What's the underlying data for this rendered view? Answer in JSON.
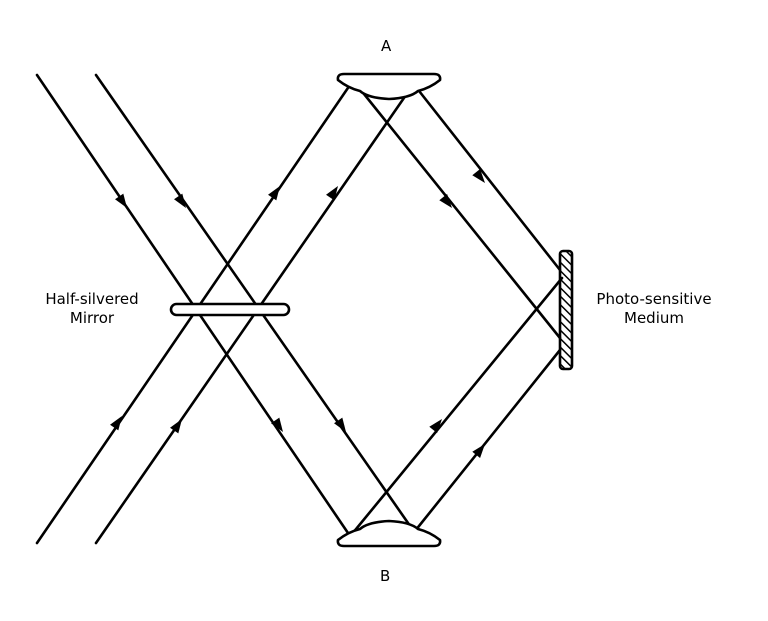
{
  "labels": {
    "lens_a": "A",
    "lens_b": "B",
    "mirror_line1": "Half-silvered",
    "mirror_line2": "Mirror",
    "medium_line1": "Photo-sensitive",
    "medium_line2": "Medium"
  }
}
